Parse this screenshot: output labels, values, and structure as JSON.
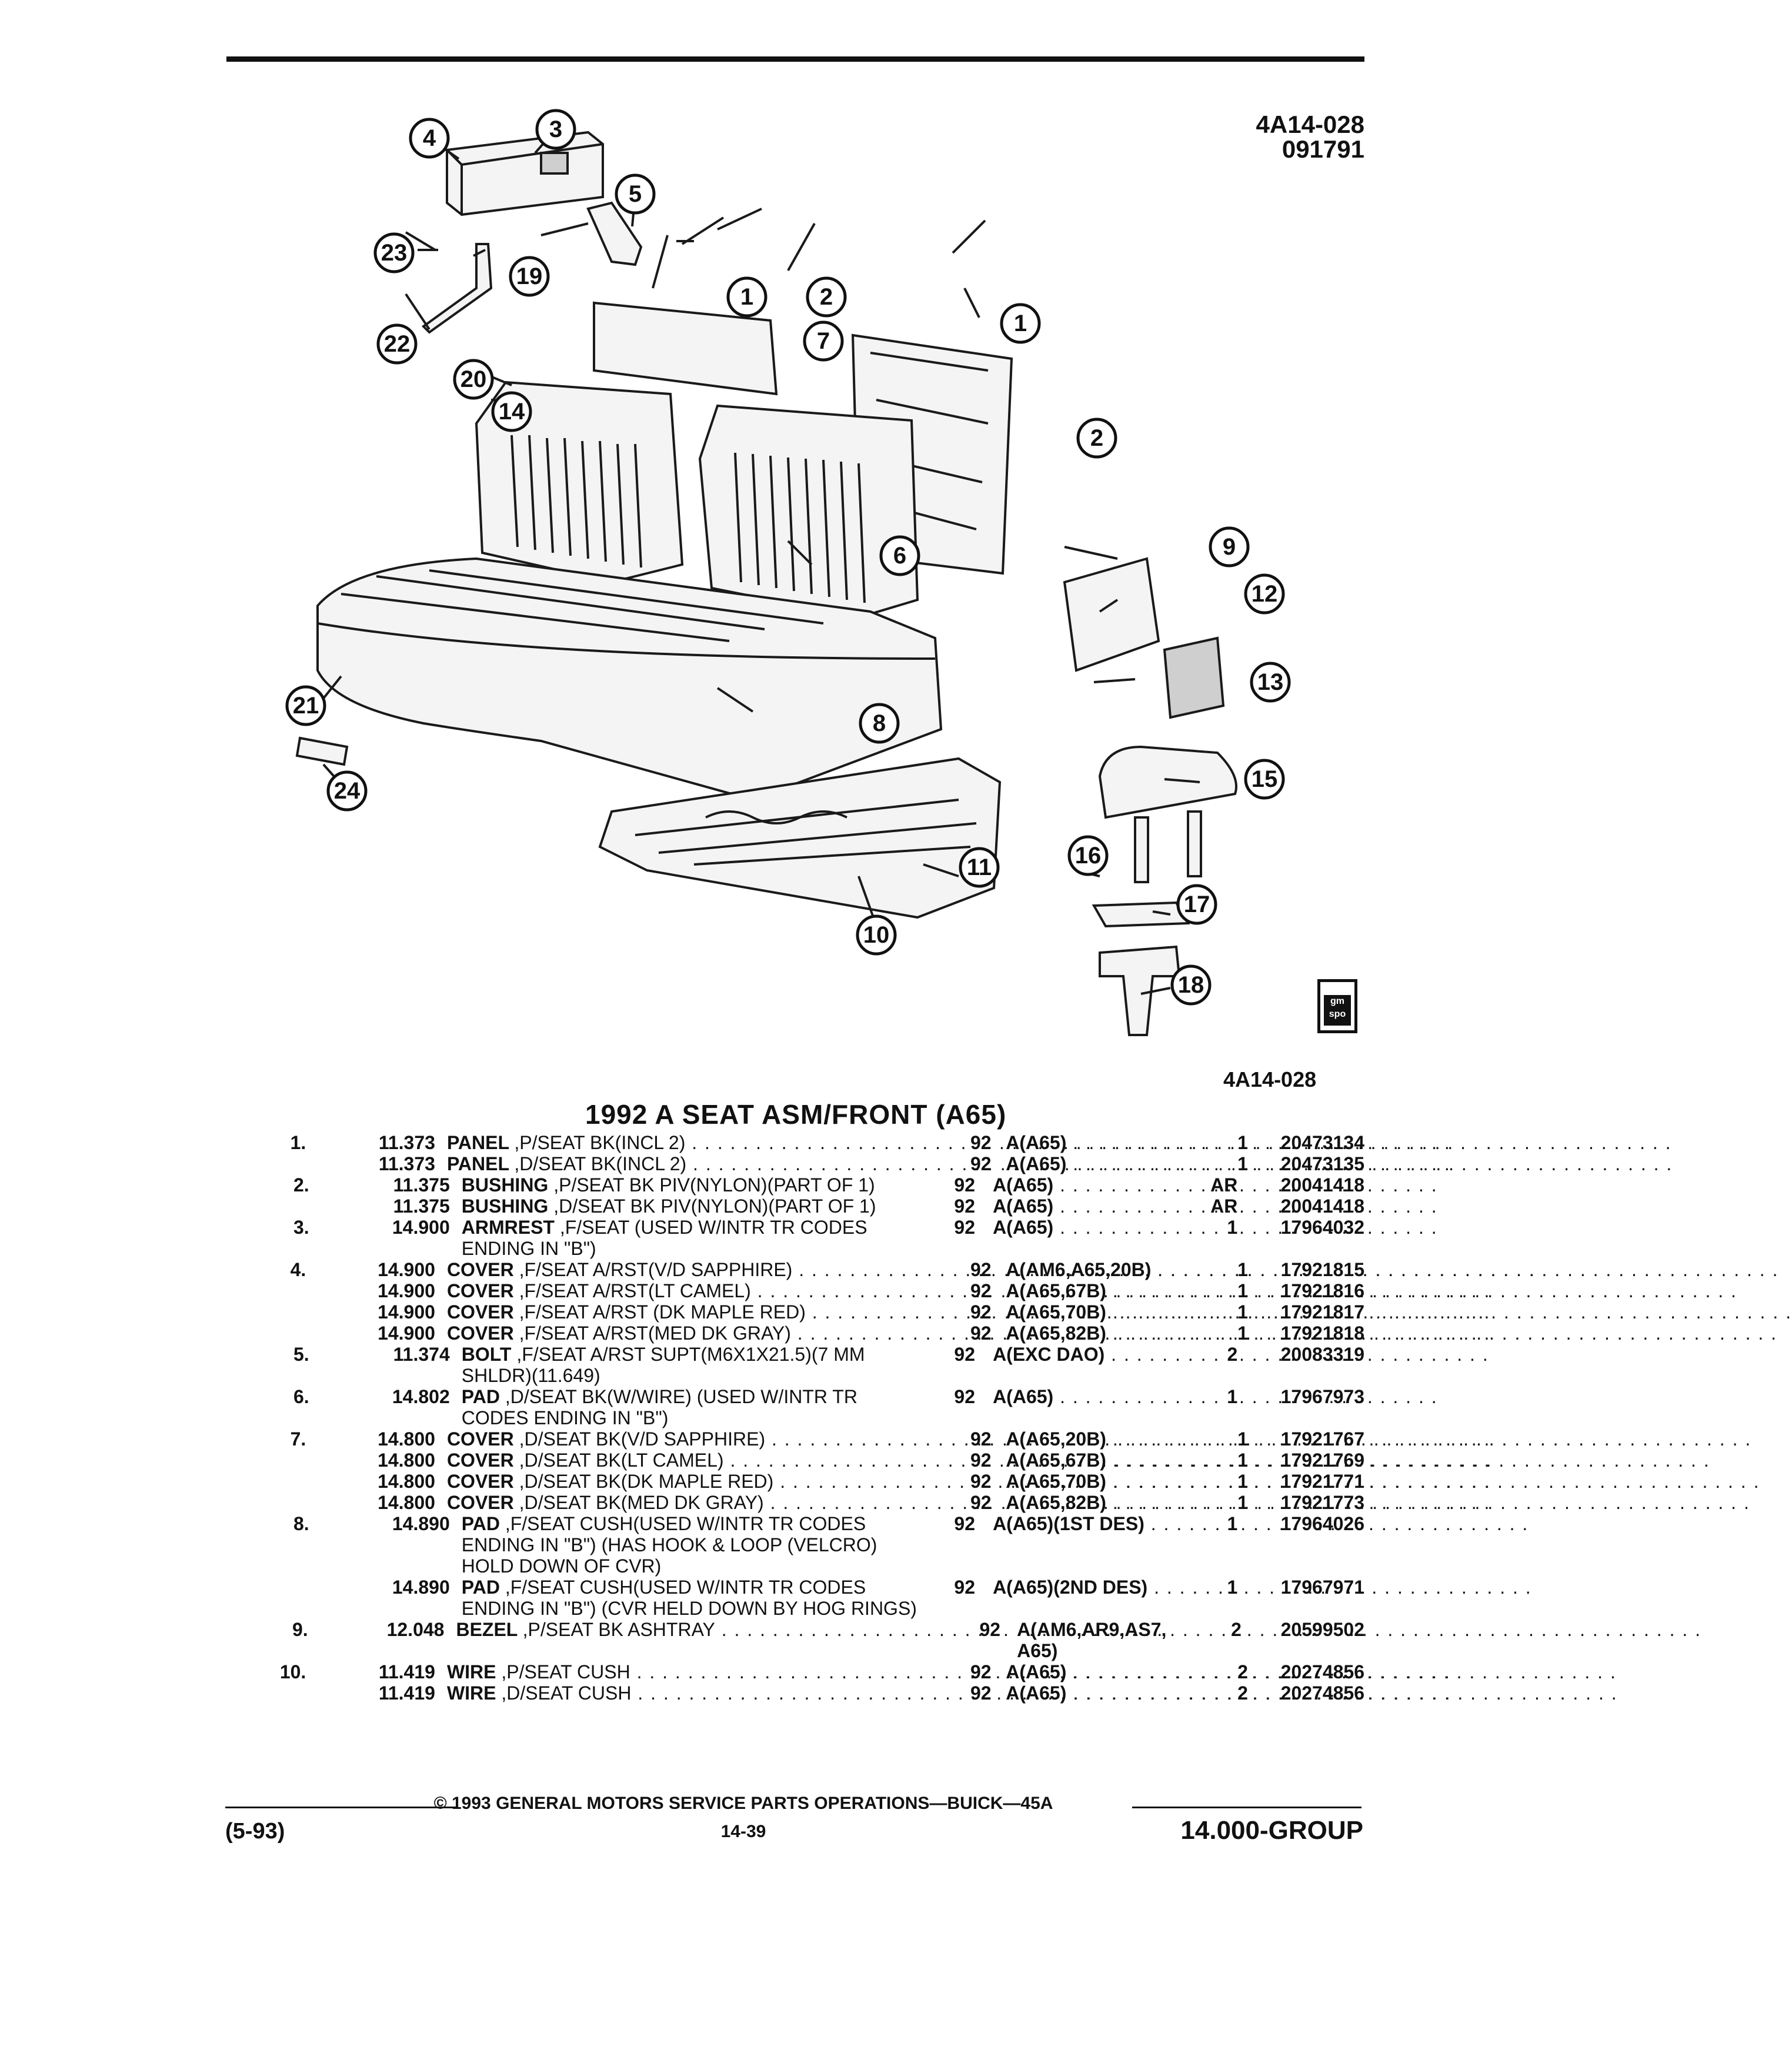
{
  "figure": {
    "code": "4A14-028",
    "date_code": "091791",
    "code_bottom": "4A14-028",
    "logo_text": "gm spo",
    "callouts": [
      "1",
      "1",
      "2",
      "2",
      "3",
      "4",
      "5",
      "6",
      "7",
      "8",
      "9",
      "10",
      "11",
      "12",
      "13",
      "14",
      "15",
      "16",
      "17",
      "18",
      "19",
      "20",
      "21",
      "22",
      "23",
      "24"
    ]
  },
  "section_title": "1992 A SEAT ASM/FRONT (A65)",
  "parts": [
    {
      "item": "1.",
      "sect": "11.373",
      "name": "PANEL",
      "desc": ",P/SEAT BK(INCL 2)",
      "year": "92",
      "model": "A(A65)",
      "qty": "1",
      "part": "20473134"
    },
    {
      "item": "",
      "sect": "11.373",
      "name": "PANEL",
      "desc": ",D/SEAT BK(INCL 2)",
      "year": "92",
      "model": "A(A65)",
      "qty": "1",
      "part": "20473135"
    },
    {
      "item": "2.",
      "sect": "11.375",
      "name": "BUSHING",
      "desc": ",P/SEAT BK PIV(NYLON)(PART OF 1)",
      "year": "92",
      "model": "A(A65)",
      "qty": "AR",
      "part": "20041418"
    },
    {
      "item": "",
      "sect": "11.375",
      "name": "BUSHING",
      "desc": ",D/SEAT BK PIV(NYLON)(PART OF 1)",
      "year": "92",
      "model": "A(A65)",
      "qty": "AR",
      "part": "20041418"
    },
    {
      "item": "3.",
      "sect": "14.900",
      "name": "ARMREST",
      "desc": ",F/SEAT (USED W/INTR TR CODES ENDING IN \"B\")",
      "year": "92",
      "model": "A(A65)",
      "qty": "1",
      "part": "17964032"
    },
    {
      "item": "4.",
      "sect": "14.900",
      "name": "COVER",
      "desc": ",F/SEAT A/RST(V/D SAPPHIRE)",
      "year": "92",
      "model": "A(AM6,A65,20B)",
      "qty": "1",
      "part": "17921815"
    },
    {
      "item": "",
      "sect": "14.900",
      "name": "COVER",
      "desc": ",F/SEAT A/RST(LT CAMEL)",
      "year": "92",
      "model": "A(A65,67B)",
      "qty": "1",
      "part": "17921816"
    },
    {
      "item": "",
      "sect": "14.900",
      "name": "COVER",
      "desc": ",F/SEAT A/RST (DK MAPLE RED)",
      "year": "92",
      "model": "A(A65,70B)",
      "qty": "1",
      "part": "17921817"
    },
    {
      "item": "",
      "sect": "14.900",
      "name": "COVER",
      "desc": ",F/SEAT A/RST(MED DK GRAY)",
      "year": "92",
      "model": "A(A65,82B)",
      "qty": "1",
      "part": "17921818"
    },
    {
      "item": "5.",
      "sect": "11.374",
      "name": "BOLT",
      "desc": ",F/SEAT A/RST SUPT(M6X1X21.5)(7 MM SHLDR)(11.649)",
      "year": "92",
      "model": "A(EXC DAO)",
      "qty": "2",
      "part": "20083319"
    },
    {
      "item": "6.",
      "sect": "14.802",
      "name": "PAD",
      "desc": ",D/SEAT BK(W/WIRE) (USED W/INTR TR CODES ENDING IN \"B\")",
      "year": "92",
      "model": "A(A65)",
      "qty": "1",
      "part": "17967973"
    },
    {
      "item": "7.",
      "sect": "14.800",
      "name": "COVER",
      "desc": ",D/SEAT BK(V/D SAPPHIRE)",
      "year": "92",
      "model": "A(A65,20B)",
      "qty": "1",
      "part": "17921767"
    },
    {
      "item": "",
      "sect": "14.800",
      "name": "COVER",
      "desc": ",D/SEAT BK(LT CAMEL)",
      "year": "92",
      "model": "A(A65,67B)",
      "qty": "1",
      "part": "17921769"
    },
    {
      "item": "",
      "sect": "14.800",
      "name": "COVER",
      "desc": ",D/SEAT BK(DK MAPLE RED)",
      "year": "92",
      "model": "A(A65,70B)",
      "qty": "1",
      "part": "17921771"
    },
    {
      "item": "",
      "sect": "14.800",
      "name": "COVER",
      "desc": ",D/SEAT BK(MED DK GRAY)",
      "year": "92",
      "model": "A(A65,82B)",
      "qty": "1",
      "part": "17921773"
    },
    {
      "item": "8.",
      "sect": "14.890",
      "name": "PAD",
      "desc": ",F/SEAT CUSH(USED W/INTR TR CODES ENDING IN \"B\") (HAS HOOK & LOOP (VELCRO) HOLD DOWN OF CVR)",
      "year": "92",
      "model": "A(A65)(1ST DES)",
      "qty": "1",
      "part": "17964026"
    },
    {
      "item": "",
      "sect": "14.890",
      "name": "PAD",
      "desc": ",F/SEAT CUSH(USED W/INTR TR CODES ENDING IN \"B\") (CVR HELD DOWN BY HOG RINGS)",
      "year": "92",
      "model": "A(A65)(2ND DES)",
      "qty": "1",
      "part": "17967971"
    },
    {
      "item": "9.",
      "sect": "12.048",
      "name": "BEZEL",
      "desc": ",P/SEAT BK ASHTRAY",
      "year": "92",
      "model": "A(AM6,AR9,AS7, A65)",
      "qty": "2",
      "part": "20599502"
    },
    {
      "item": "10.",
      "sect": "11.419",
      "name": "WIRE",
      "desc": ",P/SEAT CUSH",
      "year": "92",
      "model": "A(A65)",
      "qty": "2",
      "part": "20274856"
    },
    {
      "item": "",
      "sect": "11.419",
      "name": "WIRE",
      "desc": ",D/SEAT CUSH",
      "year": "92",
      "model": "A(A65)",
      "qty": "2",
      "part": "20274856"
    }
  ],
  "footer": {
    "copyright": "© 1993 GENERAL MOTORS SERVICE PARTS OPERATIONS—BUICK—45A",
    "date": "(5-93)",
    "page": "14-39",
    "group": "14.000-GROUP"
  }
}
